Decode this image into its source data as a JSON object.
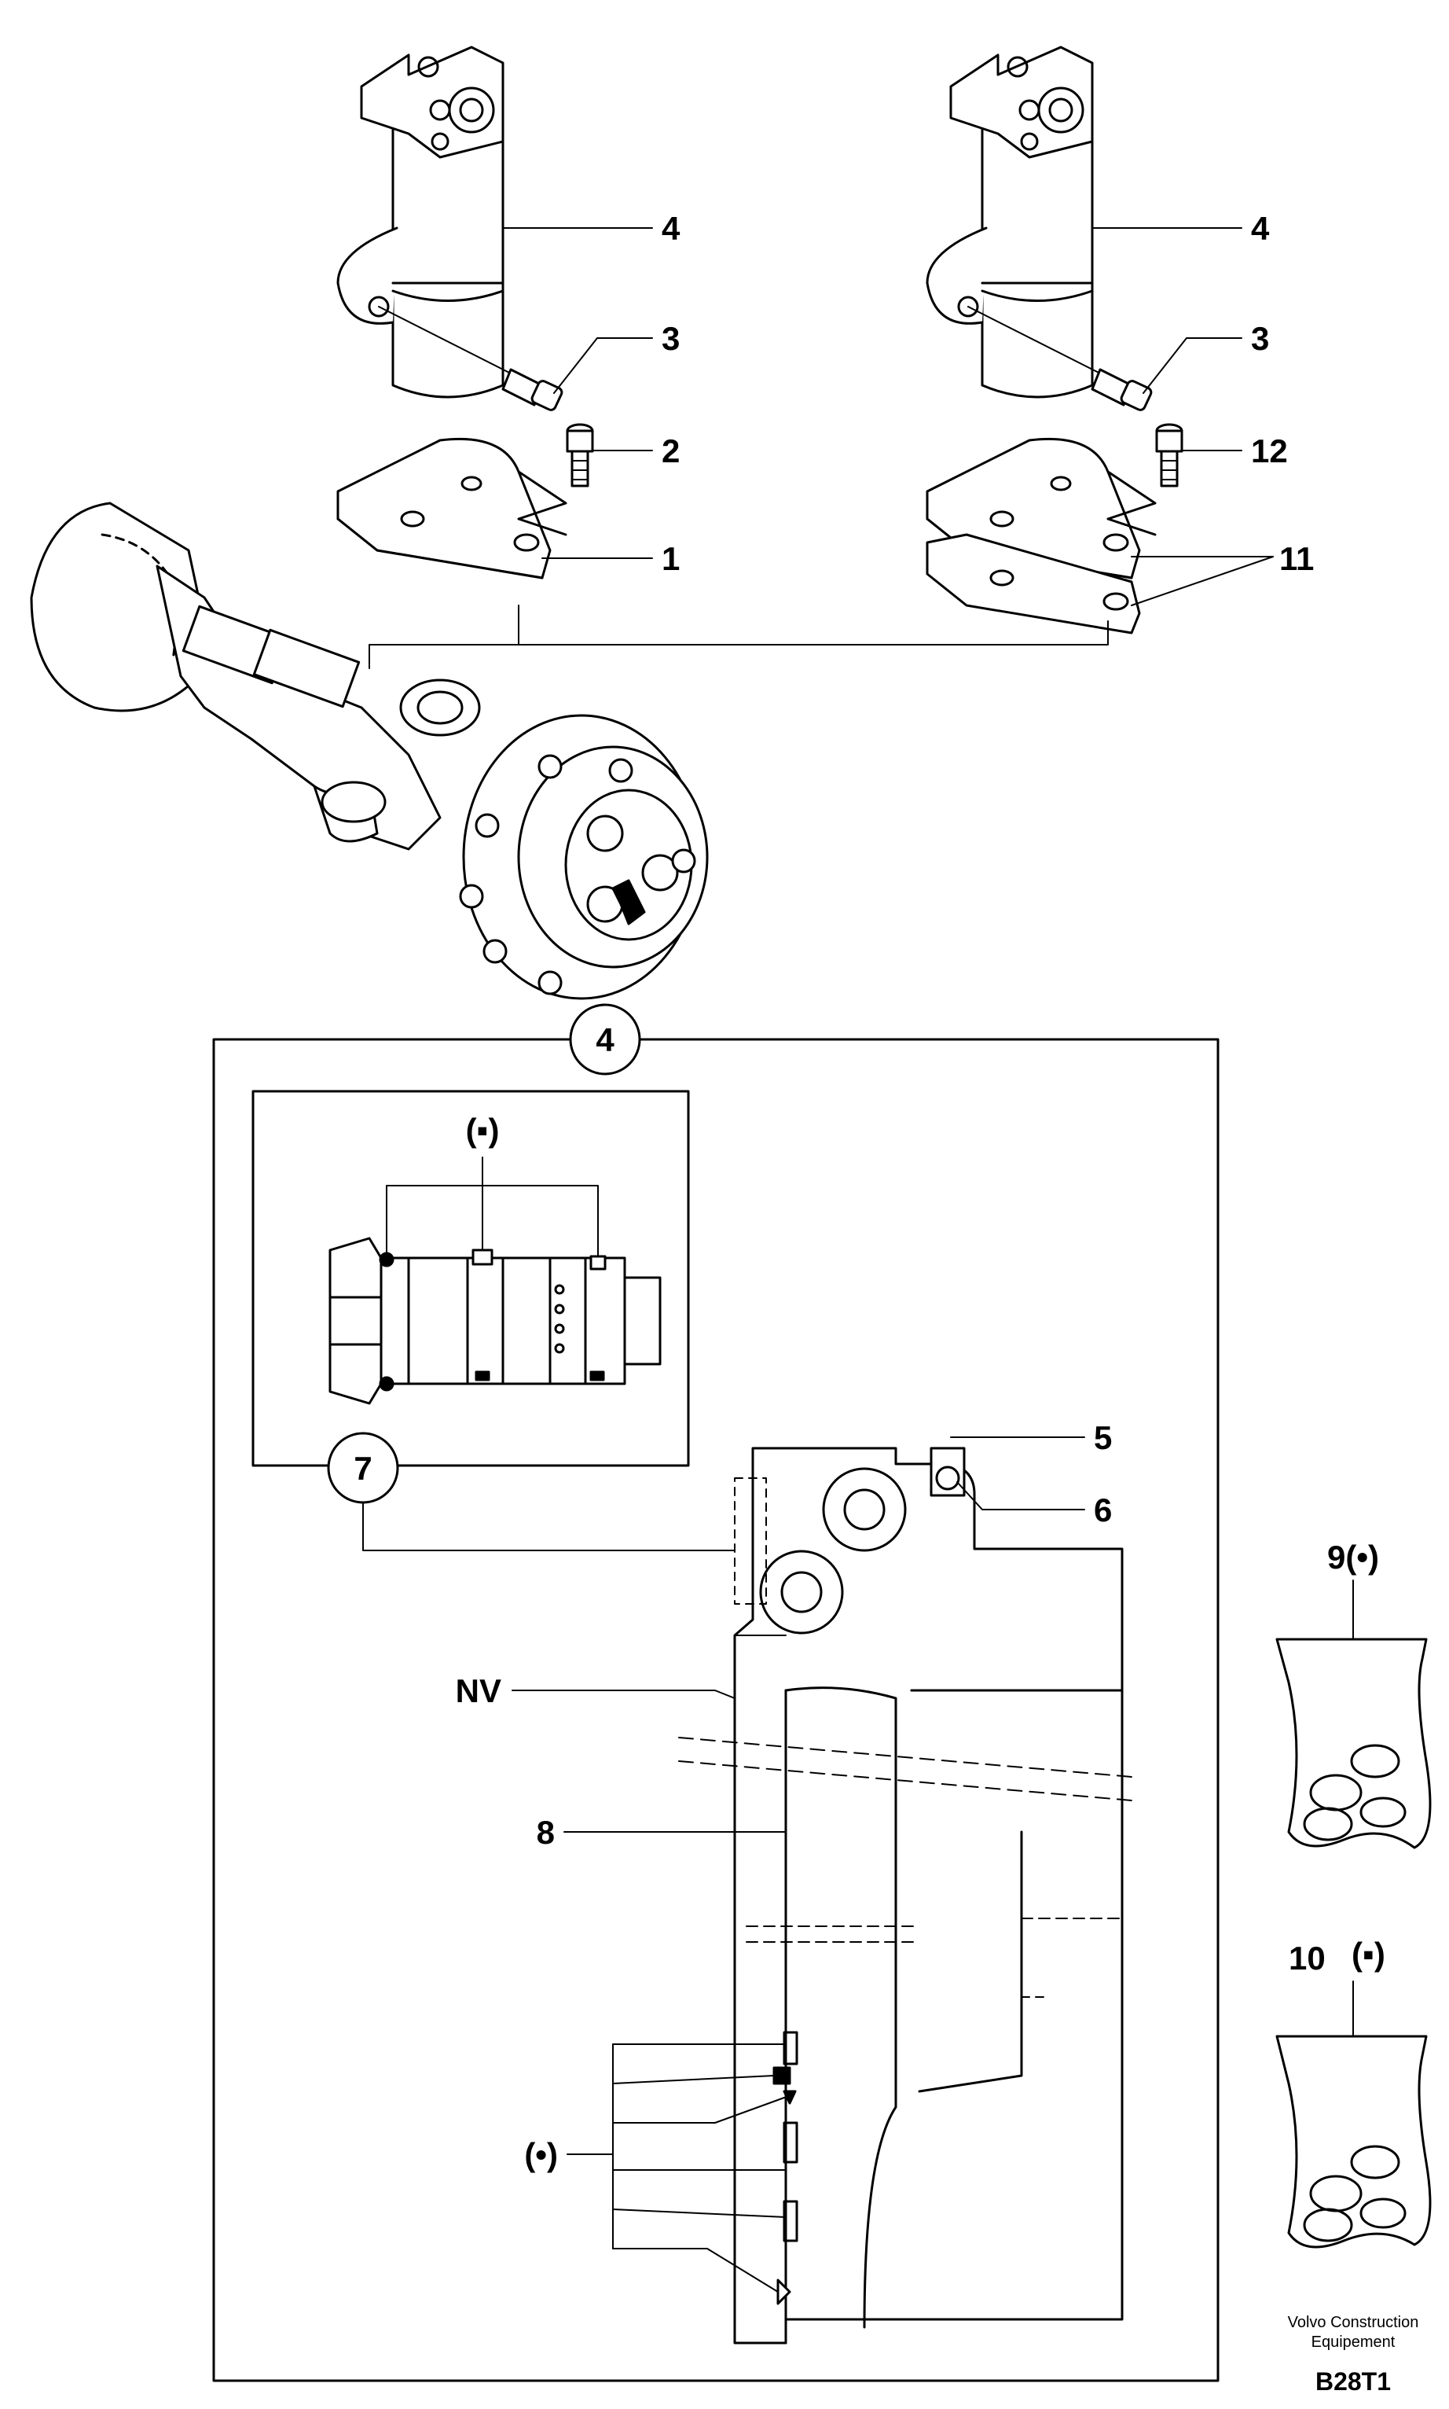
{
  "callouts": {
    "cylinder_left": "4",
    "screw_left": "3",
    "screw_small_left": "2",
    "plate_left": "1",
    "cylinder_right": "4",
    "screw_right": "3",
    "screw_small_right": "12",
    "plates_right": "11",
    "detail_circle_main": "4",
    "detail_circle_seal": "7",
    "seal_marker": "(▪)",
    "part_5": "5",
    "part_6": "6",
    "nv_label": "NV",
    "part_8": "8",
    "group_marker": "(•)",
    "kit_9": "9(•)",
    "kit_10_num": "10",
    "kit_10_mark": "(▪)"
  },
  "footer": {
    "company_line1": "Volvo Construction",
    "company_line2": "Equipement",
    "figure_code": "B28T1"
  }
}
